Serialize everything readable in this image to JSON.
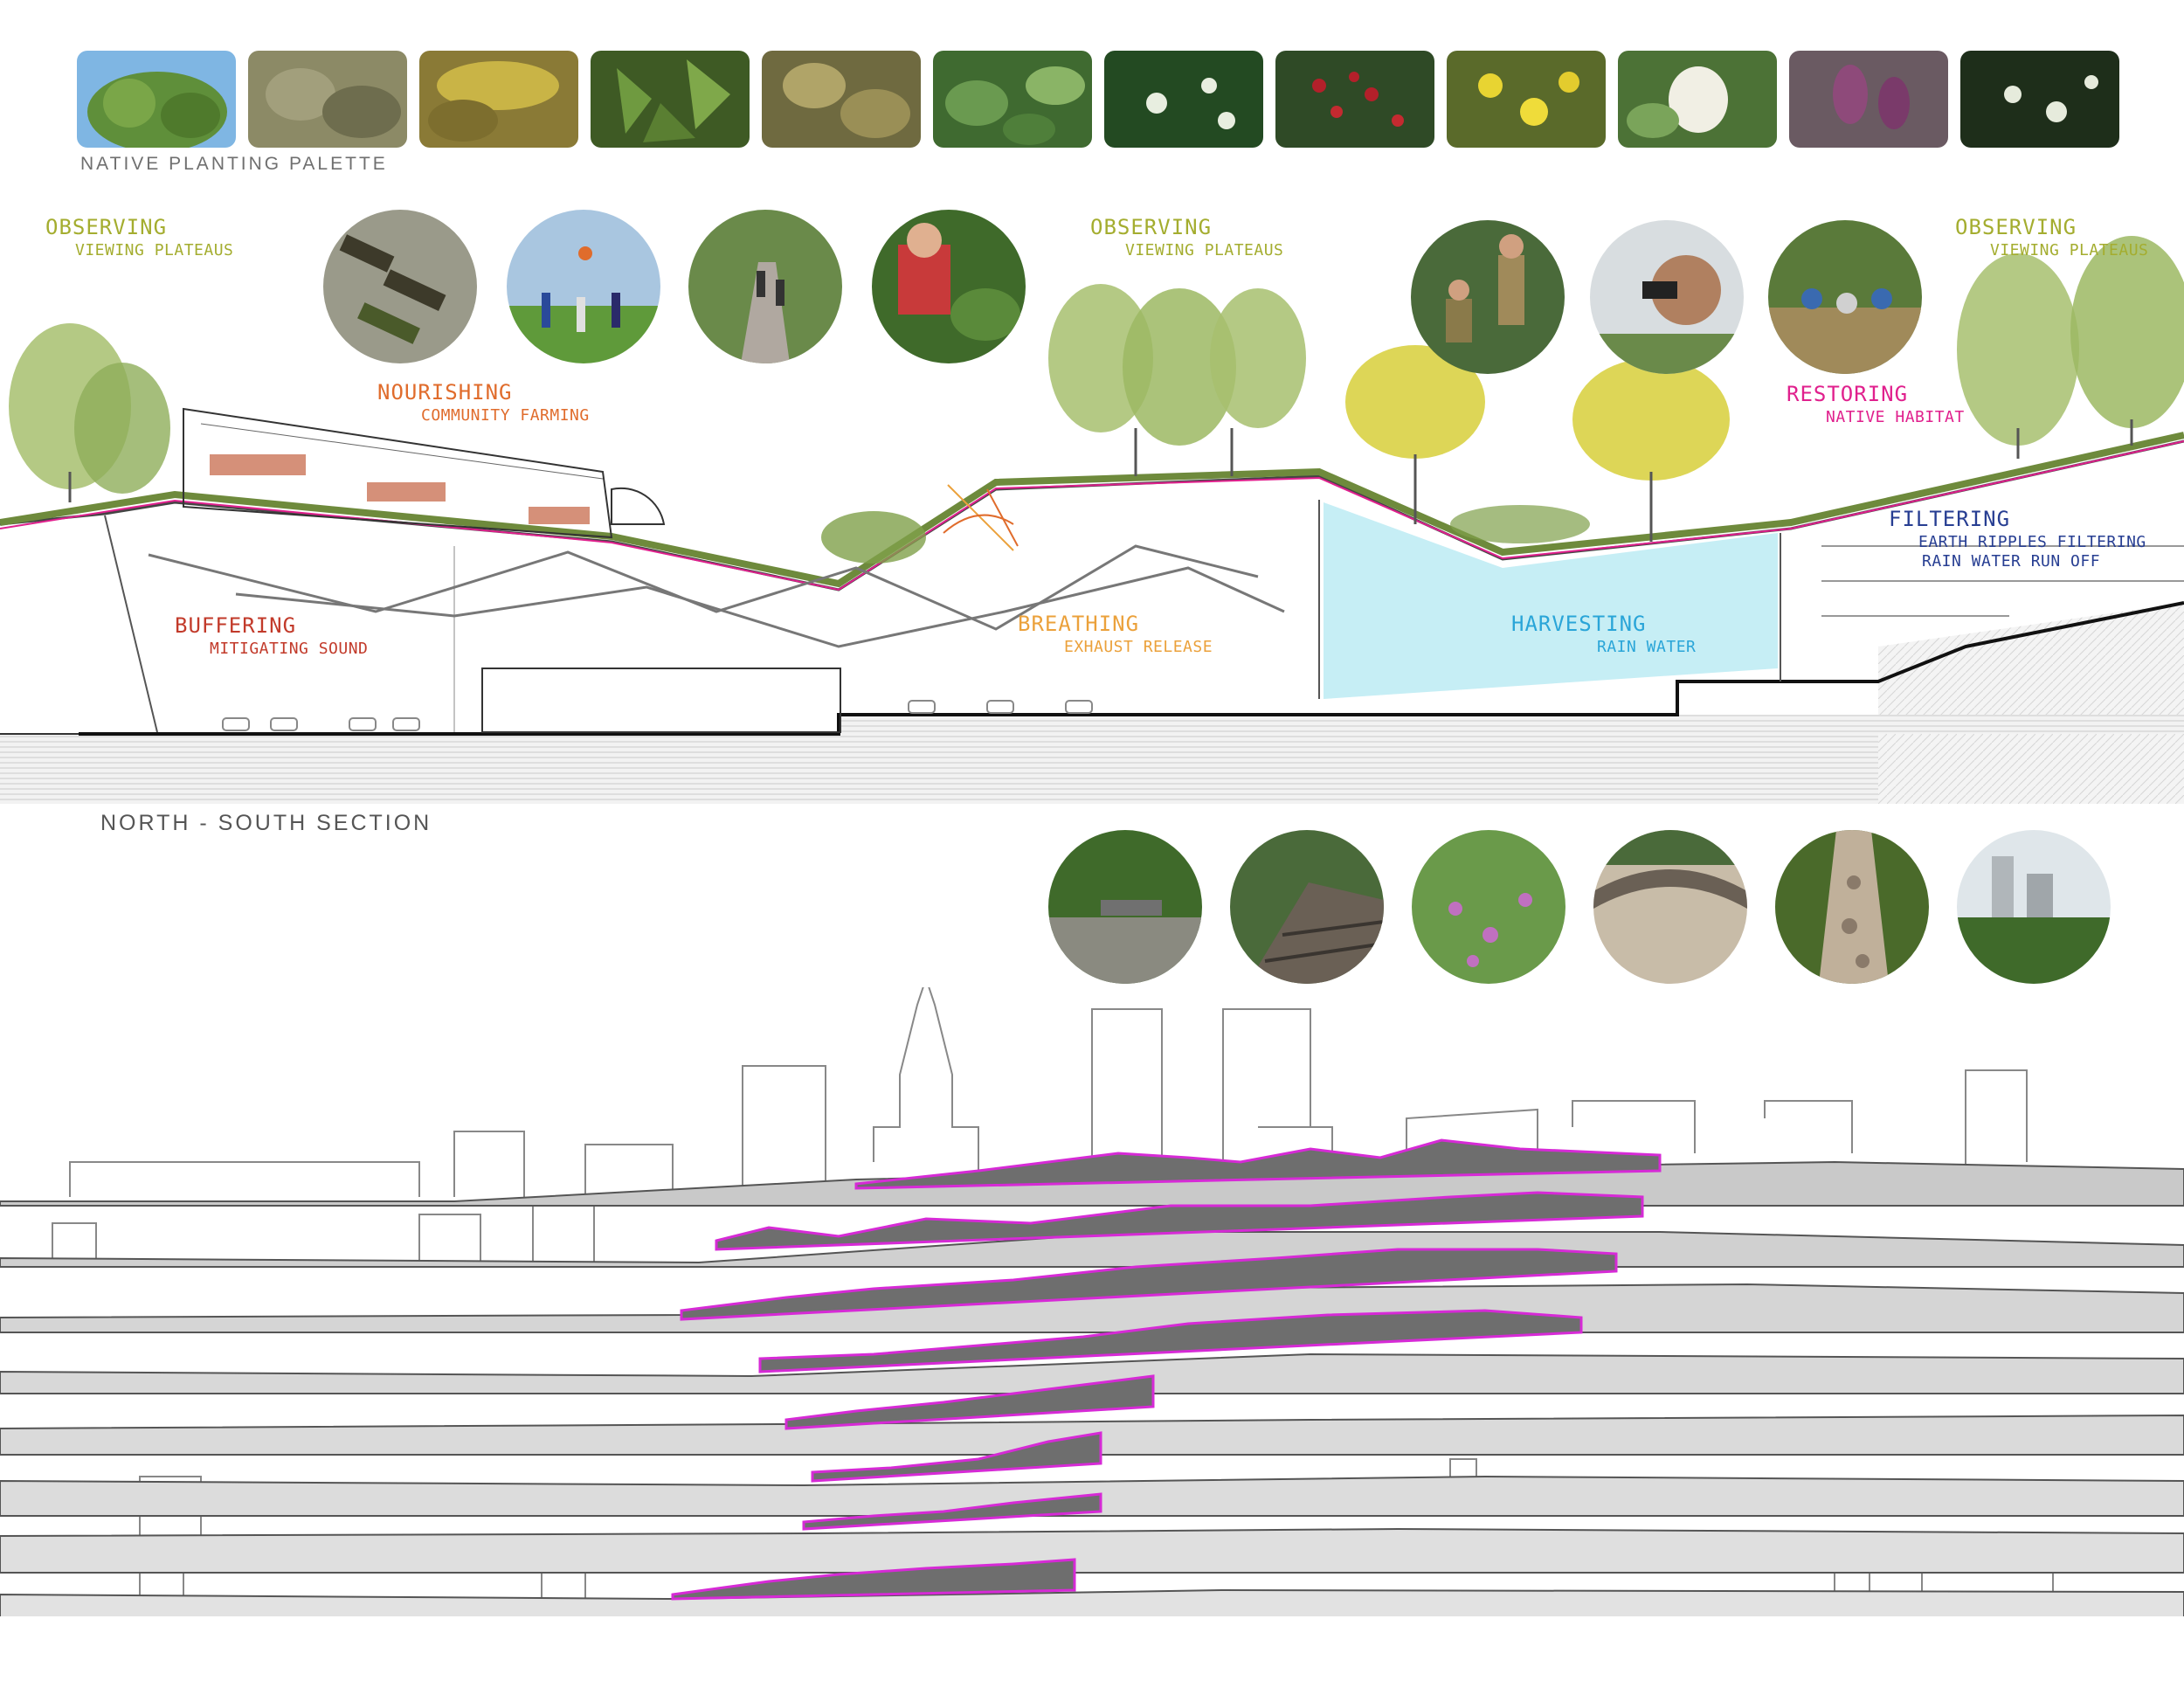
{
  "palette": {
    "label": "NATIVE PLANTING PALETTE",
    "swatches": [
      "#5f8f3a",
      "#8c8a66",
      "#a89a3a",
      "#5a7a32",
      "#8a8448",
      "#4f7a3a",
      "#2f5a2a",
      "#3d5c2c",
      "#8c9a30",
      "#6a8a4a",
      "#6a4a5a",
      "#2a3a22"
    ]
  },
  "section": {
    "title": "NORTH - SOUTH SECTION",
    "labels": {
      "observing_1": {
        "main": "OBSERVING",
        "sub": "VIEWING PLATEAUS"
      },
      "observing_2": {
        "main": "OBSERVING",
        "sub": "VIEWING PLATEAUS"
      },
      "observing_3": {
        "main": "OBSERVING",
        "sub": "VIEWING PLATEAUS"
      },
      "nourishing": {
        "main": "NOURISHING",
        "sub": "COMMUNITY FARMING"
      },
      "buffering": {
        "main": "BUFFERING",
        "sub": "MITIGATING SOUND"
      },
      "breathing": {
        "main": "BREATHING",
        "sub": "EXHAUST RELEASE"
      },
      "harvesting": {
        "main": "HARVESTING",
        "sub": "RAIN WATER"
      },
      "restoring": {
        "main": "RESTORING",
        "sub": "NATIVE HABITAT"
      },
      "filtering": {
        "main": "FILTERING",
        "sub1": "EARTH RIPPLES FILTERING",
        "sub2": "RAIN WATER RUN OFF"
      }
    }
  },
  "colors": {
    "olive": "#a4ad2f",
    "orange": "#e06c2c",
    "red": "#c23a2a",
    "amber": "#eba13b",
    "cyan": "#2aa5d8",
    "magenta": "#e0208d",
    "navy": "#273e92",
    "water": "#c6eef5",
    "green_roof": "#6e8a3c"
  }
}
